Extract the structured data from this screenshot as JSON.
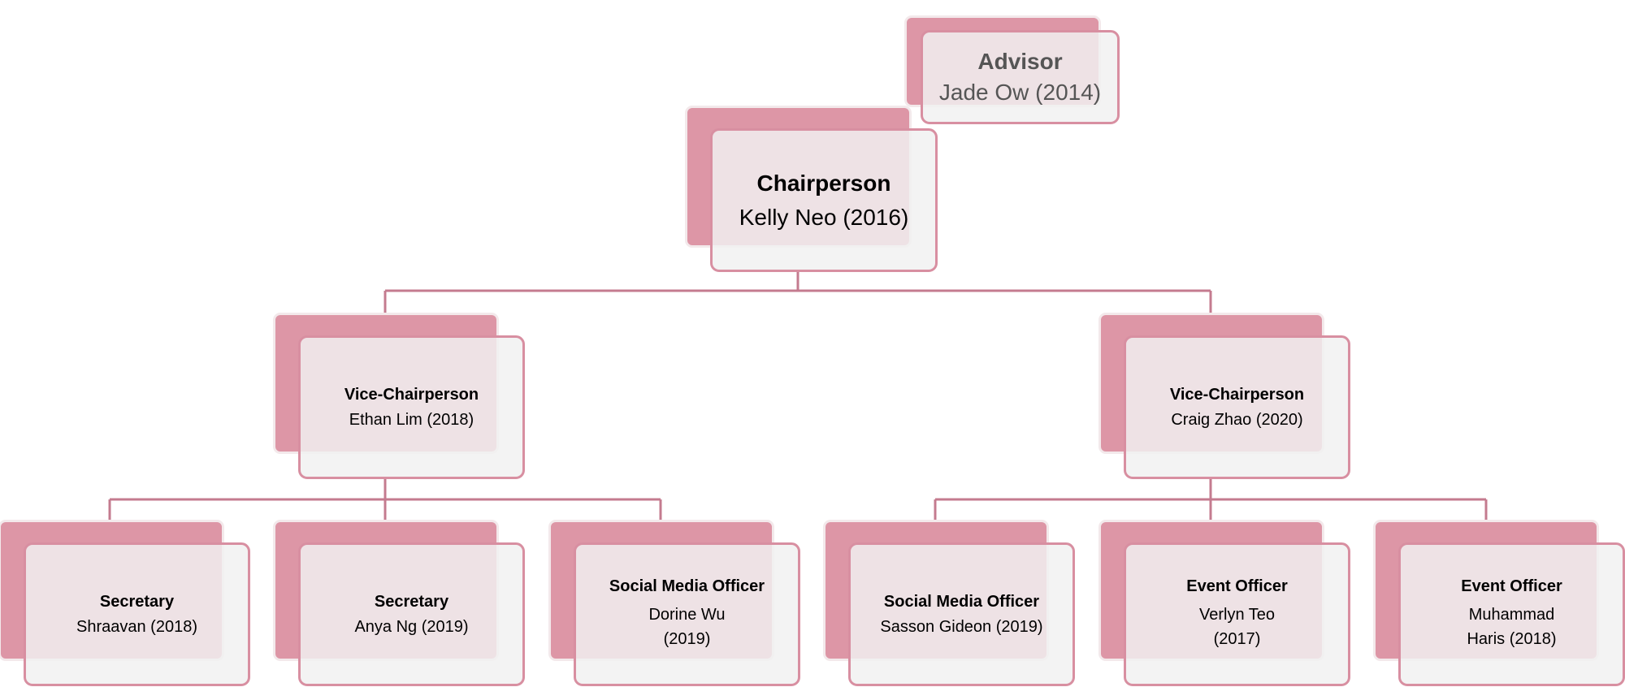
{
  "colors": {
    "back_fill": "#dd96a6",
    "front_border": "#d88fa1",
    "front_fill": "#f1f1f1",
    "connector": "#c47b8f"
  },
  "org": {
    "advisor": {
      "title": "Advisor",
      "name": "Jade Ow (2014)"
    },
    "chairperson": {
      "title": "Chairperson",
      "name": "Kelly Neo (2016)"
    },
    "vice_left": {
      "title": "Vice-Chairperson",
      "name": "Ethan Lim (2018)"
    },
    "vice_right": {
      "title": "Vice-Chairperson",
      "name": "Craig Zhao (2020)"
    },
    "members": [
      {
        "title": "Secretary",
        "name": "Shraavan (2018)"
      },
      {
        "title": "Secretary",
        "name": "Anya Ng (2019)"
      },
      {
        "title": "Social Media Officer",
        "name": "Dorine Wu (2019)"
      },
      {
        "title": "Social Media Officer",
        "name": "Sasson Gideon (2019)"
      },
      {
        "title": "Event Officer",
        "name": "Verlyn Teo (2017)"
      },
      {
        "title": "Event Officer",
        "name": "Muhammad Haris (2018)"
      }
    ]
  }
}
